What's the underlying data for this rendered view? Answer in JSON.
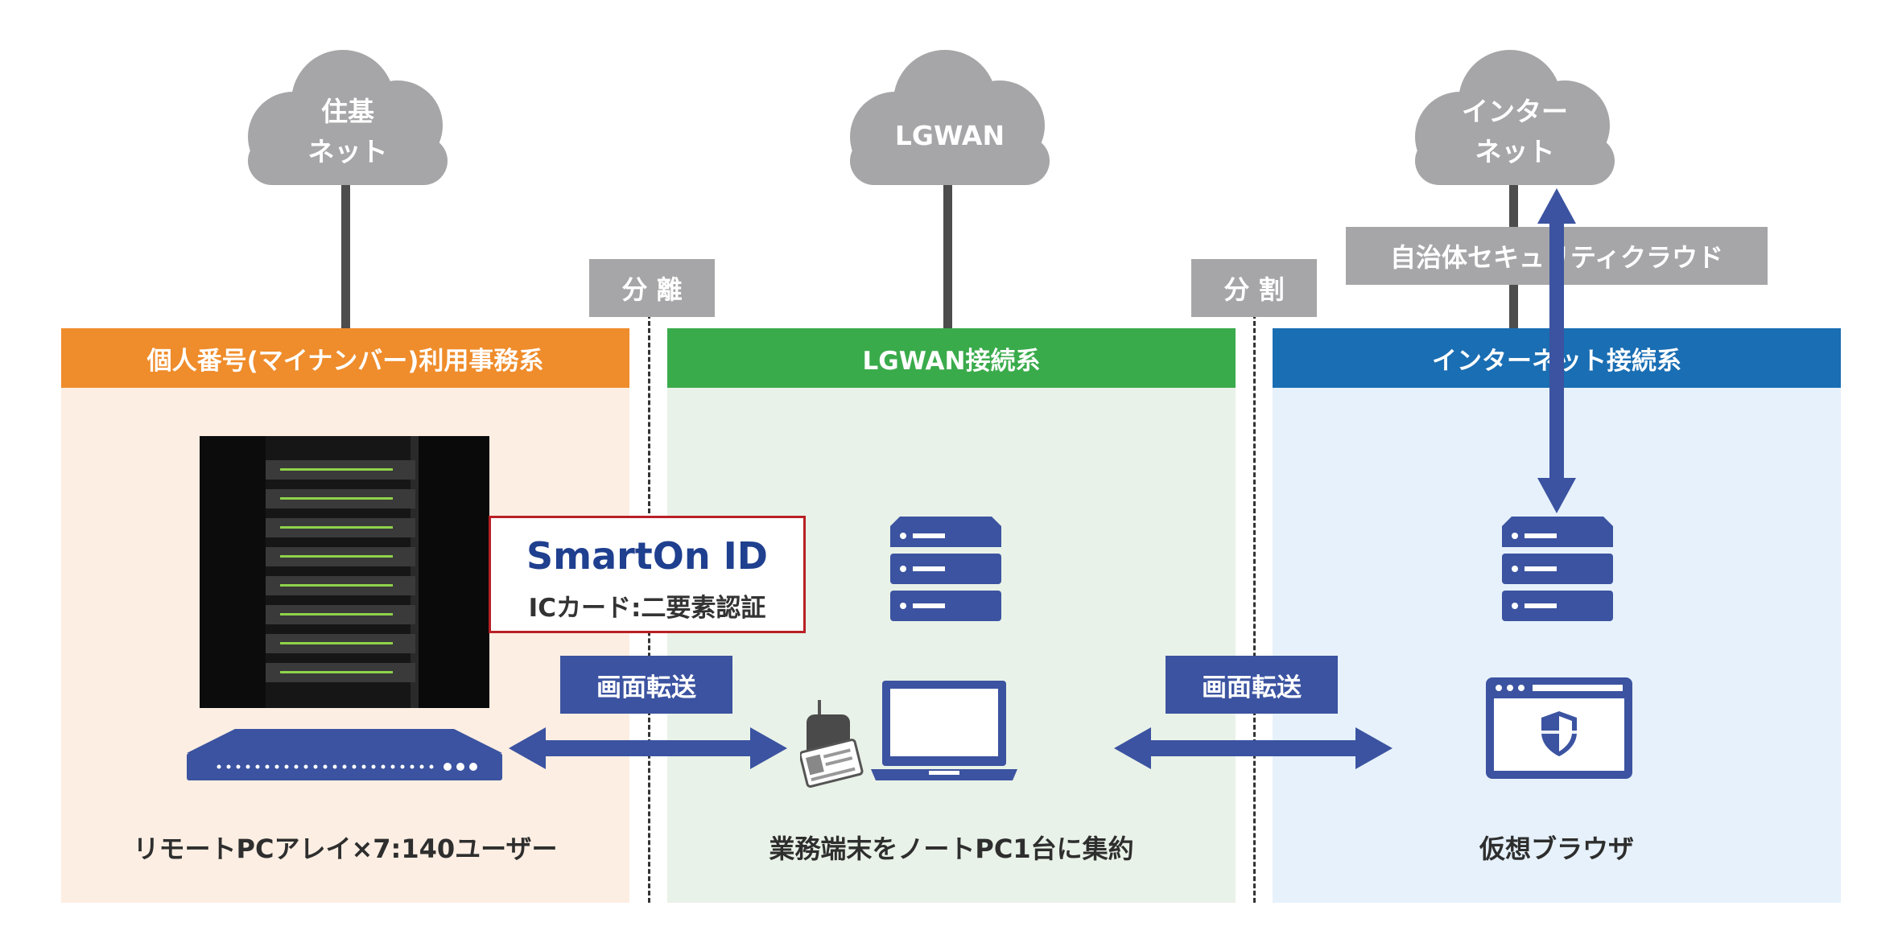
{
  "clouds": {
    "juki": "住基\nネット",
    "lgwan": "LGWAN",
    "internet": "インター\nネット"
  },
  "tags": {
    "bunri": "分 離",
    "bunkatsu": "分 割",
    "cloud_security": "自治体セキュリティクラウド"
  },
  "zones": {
    "mynumber": "個人番号(マイナンバー)利用事務系",
    "lgwan": "LGWAN接続系",
    "internet": "インターネット接続系"
  },
  "smarton": {
    "logo": "SmartOn ID",
    "subtitle": "ICカード:二要素認証"
  },
  "transfer": {
    "left": "画面転送",
    "right": "画面転送"
  },
  "captions": {
    "left": "リモートPCアレイ×7:140ユーザー",
    "center": "業務端末をノートPC1台に集約",
    "right": "仮想ブラウザ"
  },
  "colors": {
    "cloud": "#a6a6a8",
    "mynumber_header": "#ef8c2b",
    "mynumber_bg": "#fdeee3",
    "lgwan_header": "#3aab4b",
    "lgwan_bg": "#e9f2e8",
    "internet_header": "#1a6eb3",
    "internet_bg": "#e6f1fb",
    "accent_blue": "#3b53a0",
    "smarton_border": "#b82025"
  },
  "icons": [
    "cloud-icon",
    "server-icon",
    "laptop-icon",
    "ic-card-reader-icon",
    "browser-shield-icon",
    "double-arrow-icon",
    "rack-server-photo",
    "remote-pc-array-icon"
  ]
}
